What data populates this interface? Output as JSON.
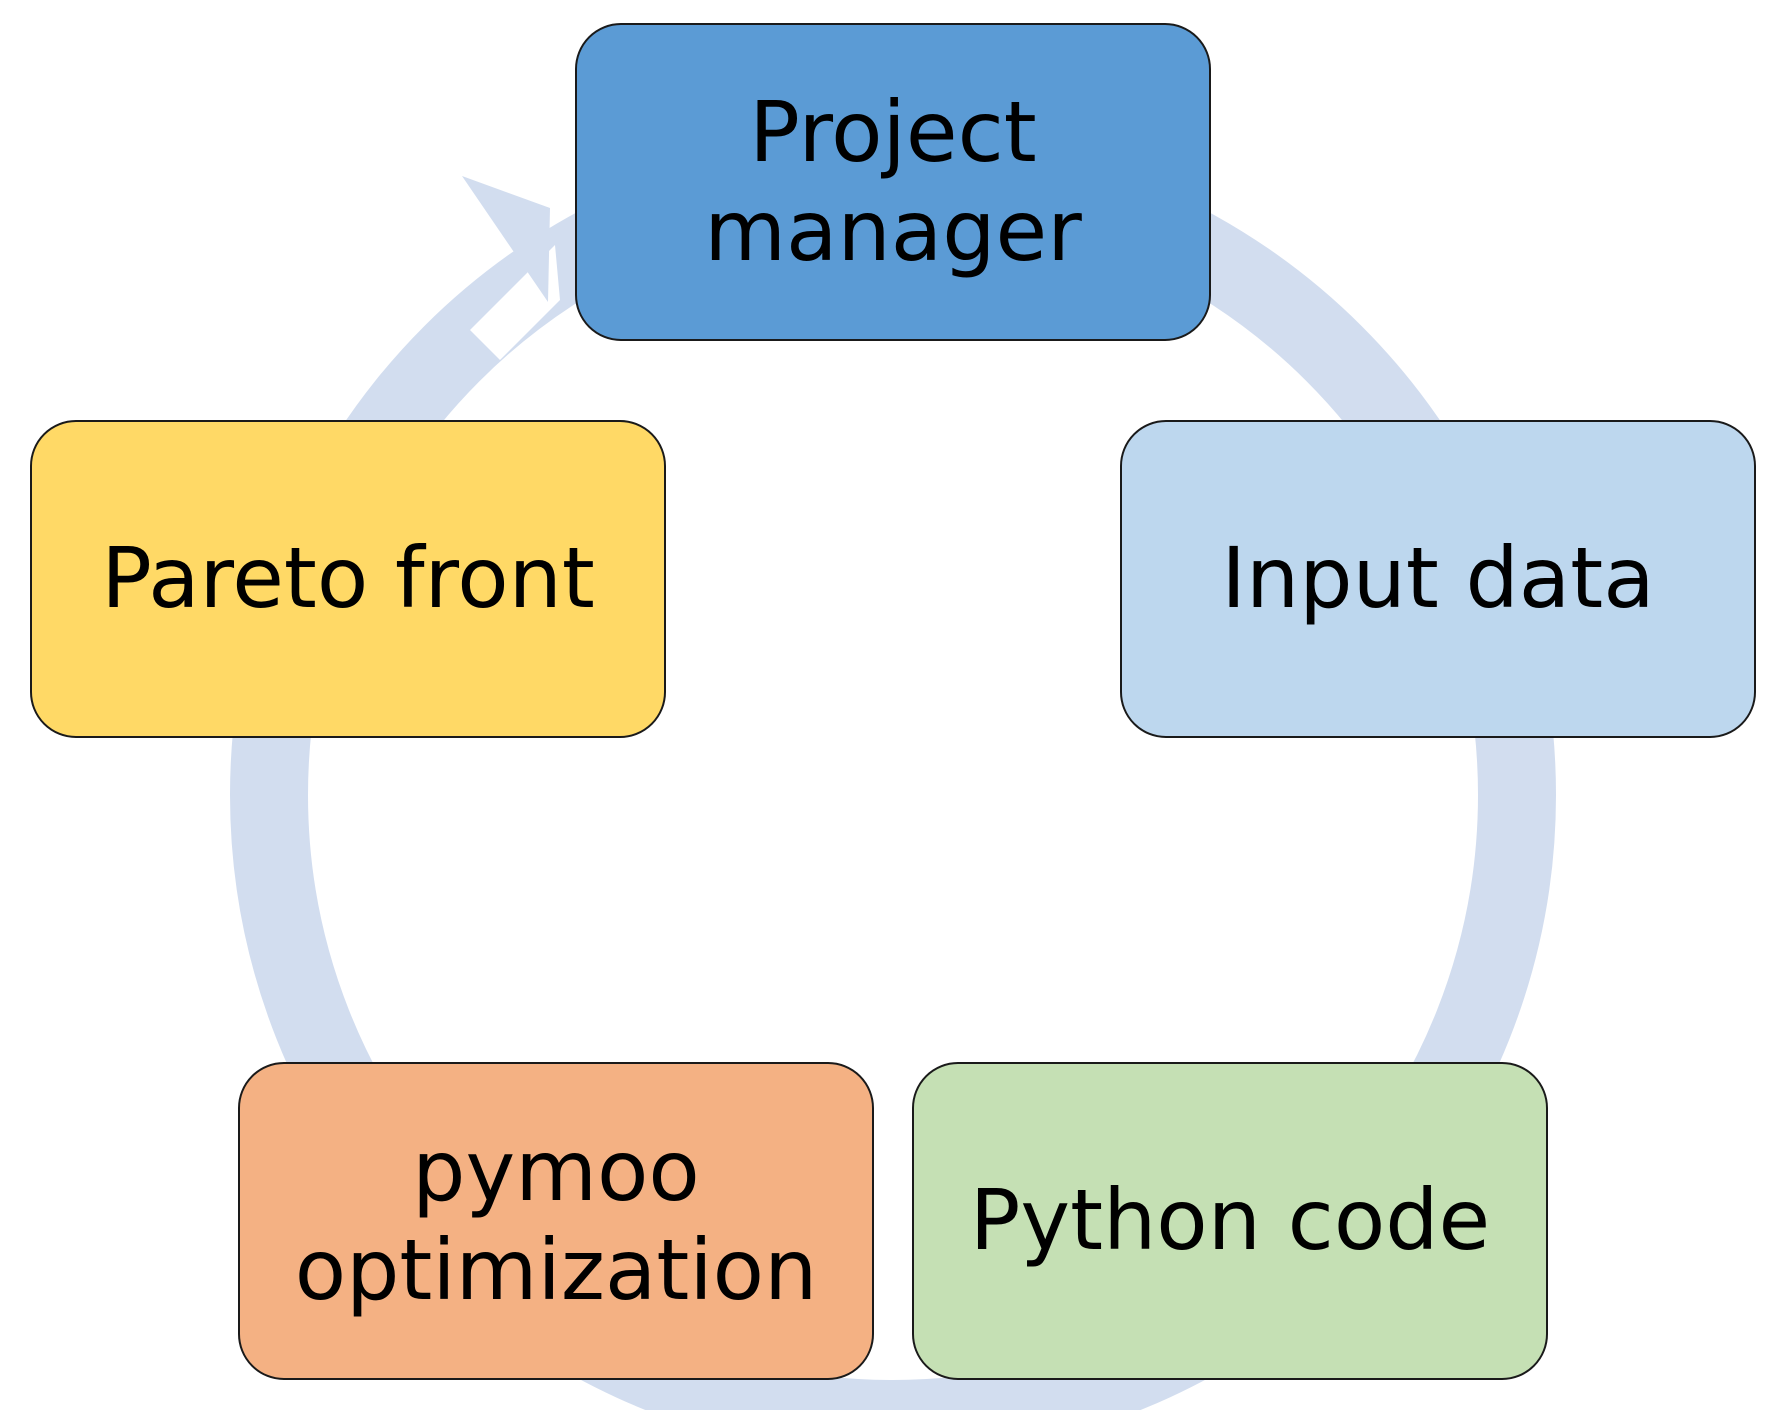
{
  "diagram": {
    "type": "cycle",
    "ring_color": "#D2DDEF",
    "nodes": [
      {
        "id": "project_manager",
        "lines": [
          "Project",
          "manager"
        ],
        "color": "#5B9BD5"
      },
      {
        "id": "input_data",
        "lines": [
          "Input data"
        ],
        "color": "#BDD7EE"
      },
      {
        "id": "python_code",
        "lines": [
          "Python code"
        ],
        "color": "#C5E0B4"
      },
      {
        "id": "pymoo_optimization",
        "lines": [
          "pymoo",
          "optimization"
        ],
        "color": "#F4B183"
      },
      {
        "id": "pareto_front",
        "lines": [
          "Pareto front"
        ],
        "color": "#FFD966"
      }
    ],
    "edges": [
      {
        "from": "project_manager",
        "to": "input_data"
      },
      {
        "from": "input_data",
        "to": "python_code"
      },
      {
        "from": "python_code",
        "to": "pymoo_optimization"
      },
      {
        "from": "pymoo_optimization",
        "to": "pareto_front"
      },
      {
        "from": "pareto_front",
        "to": "project_manager"
      }
    ]
  }
}
